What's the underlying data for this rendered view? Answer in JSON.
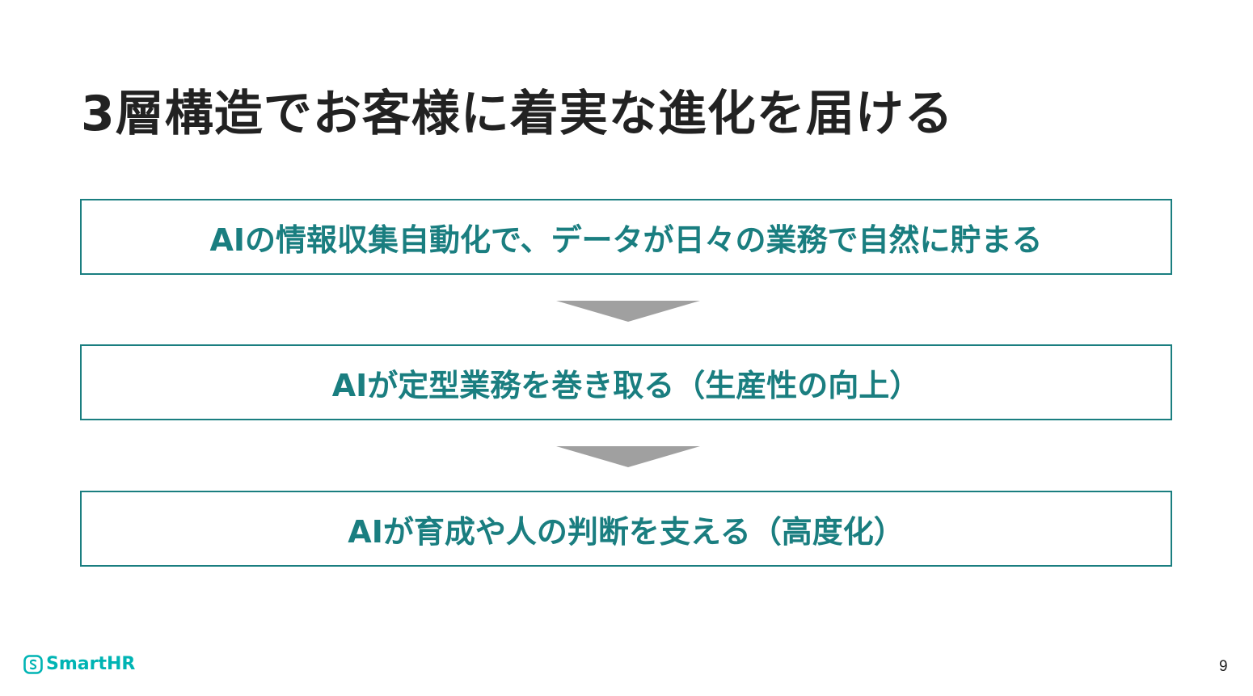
{
  "slide": {
    "title": "3層構造でお客様に着実な進化を届ける",
    "steps": [
      {
        "label": "AIの情報収集自動化で、データが日々の業務で自然に貯まる"
      },
      {
        "label": "AIが定型業務を巻き取る（生産性の向上）"
      },
      {
        "label": "AIが育成や人の判断を支える（高度化）"
      }
    ]
  },
  "footer": {
    "logo_text": "SmartHR",
    "page_number": "9"
  },
  "colors": {
    "accent": "#1a7e80",
    "title": "#222222",
    "arrow": "#a0a0a0",
    "brand": "#00b4b4"
  },
  "icons": {
    "logo_mark": "smarthr-logo-icon",
    "arrow": "down-triangle-icon"
  }
}
